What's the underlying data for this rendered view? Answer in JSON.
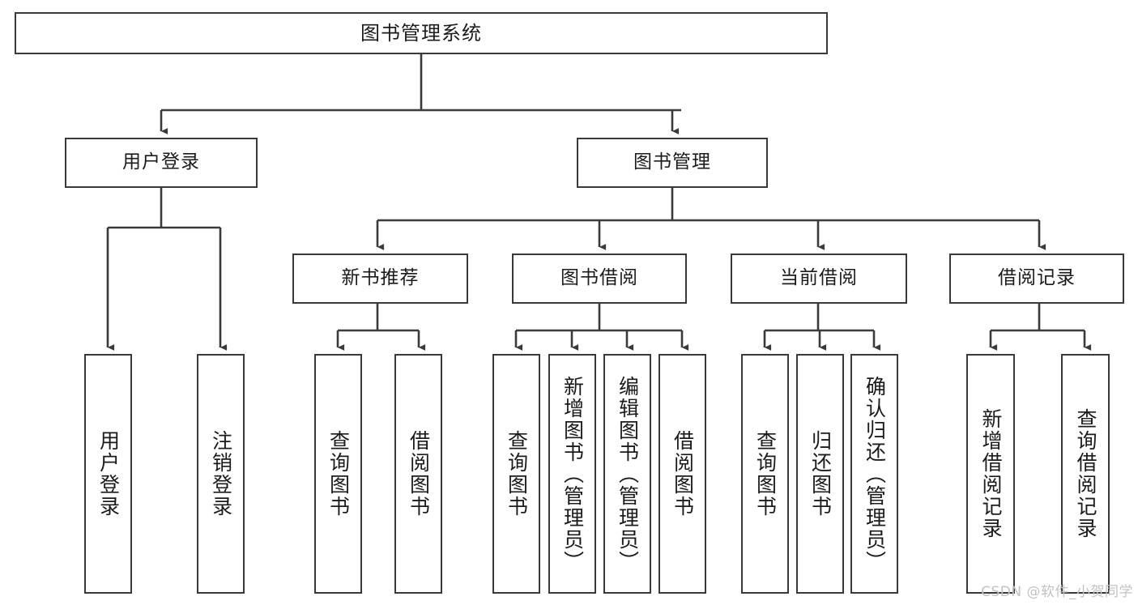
{
  "diagram": {
    "type": "tree-hierarchy",
    "title": "图书管理系统",
    "orientation": "top-down",
    "watermark": "CSDN @软件_小贺同学",
    "colors": {
      "box_border": "#3a3a3a",
      "box_fill": "#ffffff",
      "connector": "#3a3a3a",
      "text": "#1b1b1b",
      "watermark": "#c2c2c2"
    },
    "nodes": {
      "root": {
        "label": "图书管理系统"
      },
      "level2": [
        {
          "id": "user-login",
          "label": "用户登录"
        },
        {
          "id": "book-management",
          "label": "图书管理"
        }
      ],
      "level3": [
        {
          "id": "new-book-recommend",
          "label": "新书推荐"
        },
        {
          "id": "book-borrow",
          "label": "图书借阅"
        },
        {
          "id": "current-borrow",
          "label": "当前借阅"
        },
        {
          "id": "borrow-record",
          "label": "借阅记录"
        }
      ],
      "leaves": {
        "user-login": [
          {
            "id": "leaf-user-login",
            "label": "用户登录"
          },
          {
            "id": "leaf-logout-login",
            "label": "注销登录"
          }
        ],
        "new-book-recommend": [
          {
            "id": "leaf-query-book-1",
            "label": "查询图书"
          },
          {
            "id": "leaf-borrow-book-1",
            "label": "借阅图书"
          }
        ],
        "book-borrow": [
          {
            "id": "leaf-query-book-2",
            "label": "查询图书"
          },
          {
            "id": "leaf-add-book-admin",
            "label": "新增图书（管理员）"
          },
          {
            "id": "leaf-edit-book-admin",
            "label": "编辑图书（管理员）"
          },
          {
            "id": "leaf-borrow-book-2",
            "label": "借阅图书"
          }
        ],
        "current-borrow": [
          {
            "id": "leaf-query-book-3",
            "label": "查询图书"
          },
          {
            "id": "leaf-return-book",
            "label": "归还图书"
          },
          {
            "id": "leaf-confirm-return-admin",
            "label": "确认归还（管理员）"
          }
        ],
        "borrow-record": [
          {
            "id": "leaf-add-borrow-record",
            "label": "新增借阅记录"
          },
          {
            "id": "leaf-query-borrow-record",
            "label": "查询借阅记录"
          }
        ]
      }
    }
  }
}
